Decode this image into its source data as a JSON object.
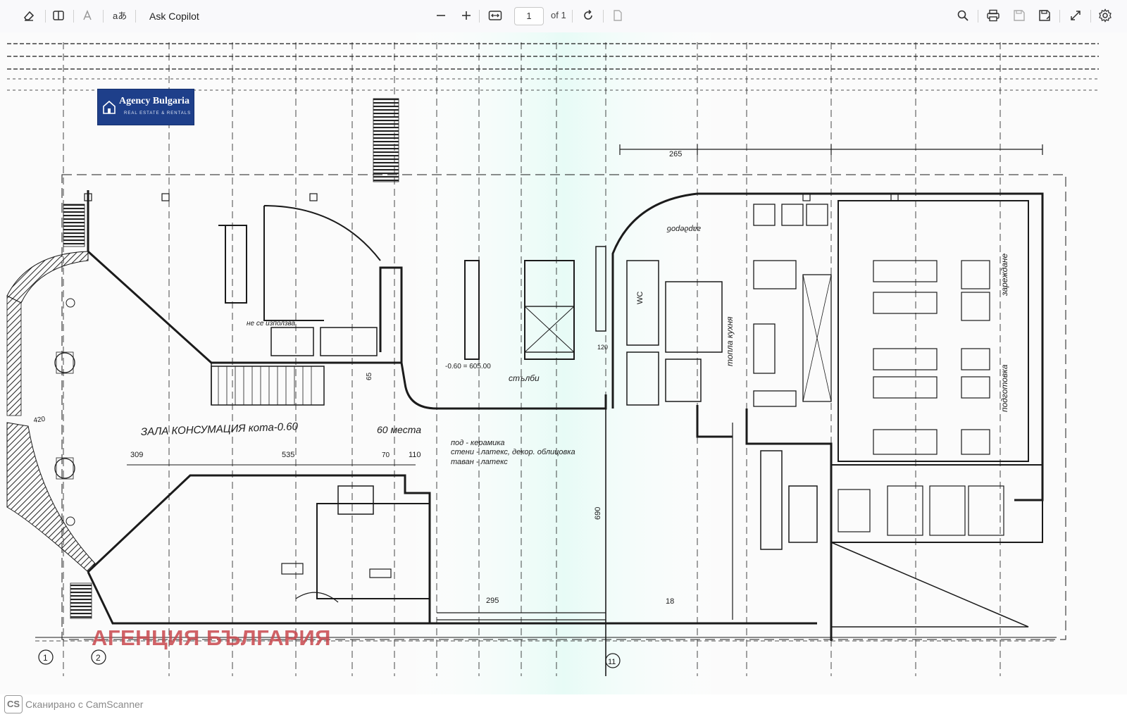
{
  "toolbar": {
    "ask_copilot": "Ask Copilot",
    "page_number": "1",
    "page_of": "of 1",
    "icons": [
      "erase-icon",
      "reading-view-icon",
      "text-size-icon",
      "translate-icon",
      "zoom-out-icon",
      "zoom-in-icon",
      "fit-page-icon",
      "rotate-icon",
      "page-view-icon",
      "search-icon",
      "print-icon",
      "save-icon",
      "save-as-icon",
      "fullscreen-icon",
      "settings-icon"
    ]
  },
  "badge": {
    "name": "Agency Bulgaria",
    "tagline": "REAL ESTATE & RENTALS"
  },
  "plan": {
    "hall_label": "ЗАЛА КОНСУМАЦИЯ кота-0.60",
    "seats": "60 места",
    "finish_1": "под - керамика",
    "finish_2": "стени - латекс, декор. облицовка",
    "finish_3": "таван - латекс",
    "level_mark": "-0.60 = 605.00",
    "stairs": "стълби",
    "dim_309": "309",
    "dim_535": "535",
    "dim_110": "110",
    "dim_70": "70",
    "dim_690": "690",
    "dim_295": "295",
    "dim_265": "265",
    "dim_18": "18",
    "dim_120": "120",
    "dim_65": "65",
    "dim_420": "420",
    "wc": "WC",
    "garderob": "гардероб",
    "hot_kitchen": "топла кухня",
    "zarejdane": "зареждане",
    "podgotovka": "подготовка",
    "not_used": "не се използва",
    "axis_1": "1",
    "axis_2": "2",
    "axis_11": "11"
  },
  "watermark": "АГЕНЦИЯ БЪЛГАРИЯ",
  "footer": {
    "cs": "CS",
    "scanned": "Сканирано с CamScanner"
  }
}
